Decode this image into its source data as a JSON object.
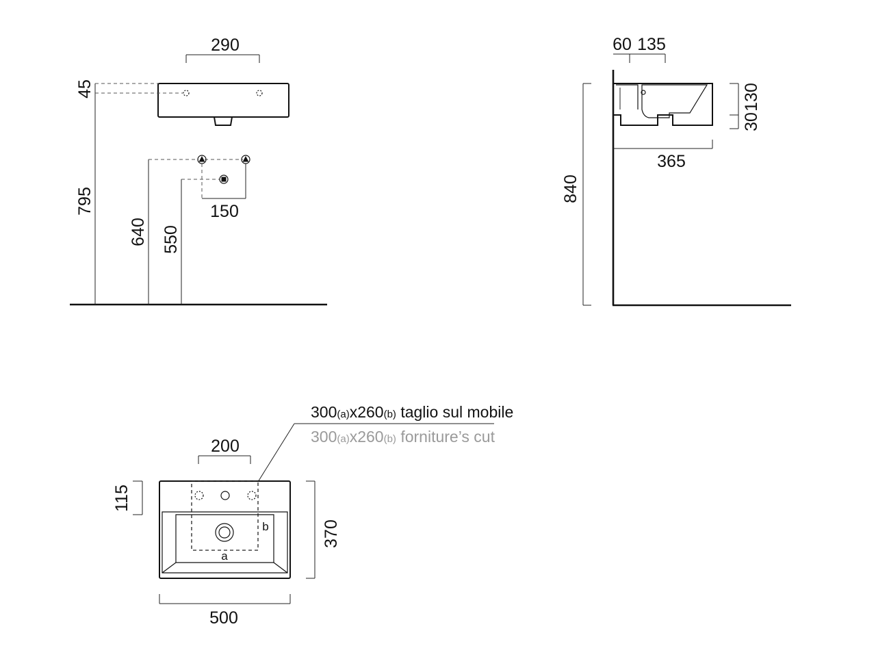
{
  "front_view": {
    "dim_width_holes": "290",
    "dim_top_thickness": "45",
    "dim_top_height": "795",
    "dim_supply_height": "640",
    "dim_drain_height": "550",
    "dim_supply_spacing": "150"
  },
  "side_view": {
    "dim_wall_offset": "60",
    "dim_tap_offset": "135",
    "dim_depth": "365",
    "dim_total_height": "840",
    "dim_bowl_depth": "130",
    "dim_base_height": "30"
  },
  "top_view": {
    "note_it": {
      "a_value": "300",
      "a_sub": "(a)",
      "b_value": "x260",
      "b_sub": "(b)",
      "text": " taglio sul mobile"
    },
    "note_en": {
      "a_value": "300",
      "a_sub": "(a)",
      "b_value": "x260",
      "b_sub": "(b)",
      "text": " forniture’s cut"
    },
    "dim_holes_spacing": "200",
    "dim_back_depth": "115",
    "dim_total_depth": "370",
    "dim_total_width": "500",
    "cut_label_a": "a",
    "cut_label_b": "b"
  }
}
